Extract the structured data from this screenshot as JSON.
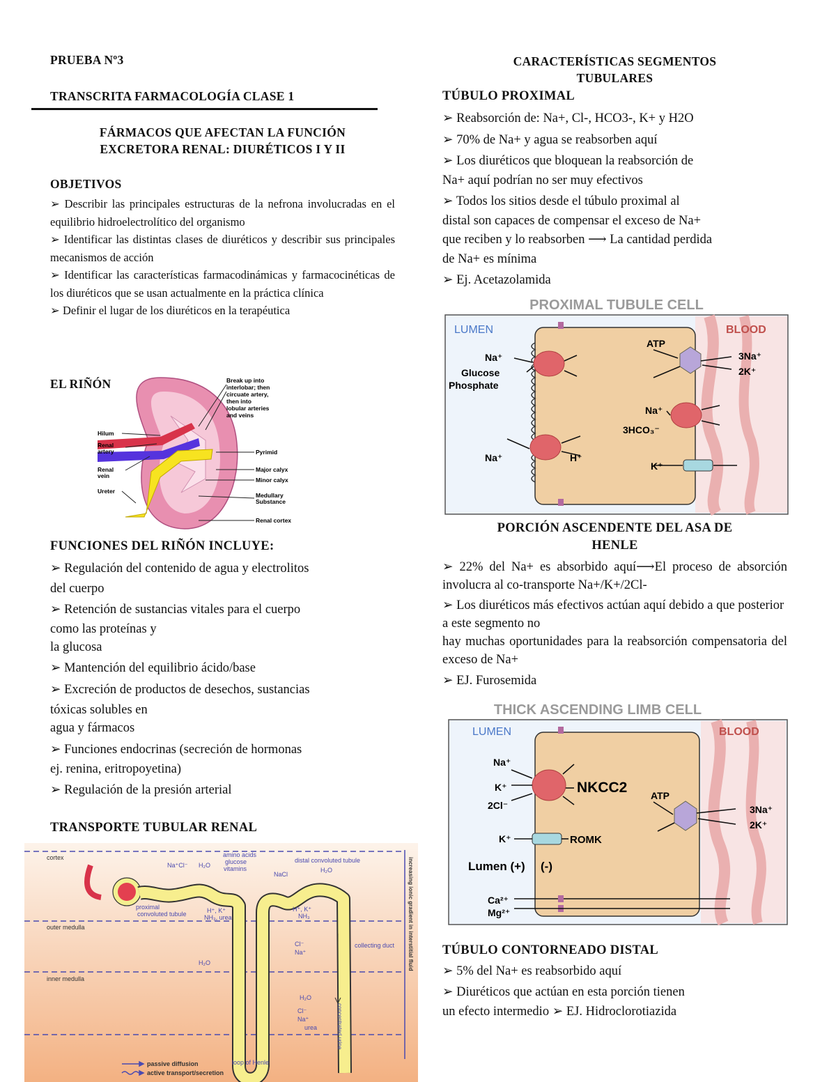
{
  "left": {
    "prueba": "PRUEBA Nº3",
    "transcrita": "TRANSCRITA FARMACOLOGÍA CLASE 1",
    "title_line1": "FÁRMACOS QUE AFECTAN LA FUNCIÓN",
    "title_line2": "EXCRETORA RENAL: DIURÉTICOS I Y II",
    "objetivos_heading": "OBJETIVOS",
    "objetivos": [
      "➢ Describir las principales estructuras de la nefrona involucradas en el equilibrio hidroelectrolítico del organismo",
      "➢ Identificar las distintas clases de diuréticos y describir sus principales mecanismos de acción",
      "➢ Identificar las características farmacodinámicas y farmacocinéticas de los diuréticos que se usan actualmente en la práctica clínica",
      "➢ Definir el lugar de los diuréticos en la terapéutica"
    ],
    "rinon_heading": "EL RIÑÓN",
    "kidney_labels": {
      "break_up": "Break up into interlobar; then circuate artery, then into lobular arteries and veins",
      "hilum": "Hilum",
      "renal_artery": "Renal artery",
      "renal_vein": "Renal vein",
      "ureter": "Ureter",
      "pyrimid": "Pyrimid",
      "major_calyx": "Major calyx",
      "minor_calyx": "Minor calyx",
      "medullary": "Medullary Substance",
      "renal_cortex": "Renal cortex"
    },
    "funciones_heading": "FUNCIONES DEL RIÑÓN INCLUYE:",
    "funciones_lines": [
      "➢ Regulación del contenido de agua y electrolitos",
      "del cuerpo",
      "➢ Retención de sustancias vitales para el cuerpo",
      "como las proteínas y",
      "la glucosa",
      "➢ Mantención del equilibrio ácido/base",
      "➢ Excreción de productos de desechos, sustancias",
      "tóxicas solubles en",
      "agua y fármacos",
      "➢ Funciones endocrinas (secreción de hormonas",
      "ej. renina, eritropoyetina)",
      "➢ Regulación de la presión arterial"
    ],
    "transporte_heading": "TRANSPORTE TUBULAR RENAL",
    "nephron_labels": {
      "cortex": "cortex",
      "outer_medulla": "outer medulla",
      "inner_medulla": "inner medulla",
      "proximal": "proximal",
      "convoluted_tubule": "convoluted tubule",
      "amino_acids": "amino acids",
      "glucose": "glucose",
      "vitamins": "vitamins",
      "na_cl_top": "Na⁺Cl⁻",
      "h2o": "H₂O",
      "nacl": "NaCl",
      "h_k_nh3_urea": "H⁺, K⁺",
      "nh3_urea": "NH₃, urea",
      "h_k": "H⁺, K⁺",
      "nh3": "NH₃",
      "distal": "distal convoluted tubule",
      "collecting_duct": "collecting duct",
      "cl": "Cl⁻",
      "na": "Na⁺",
      "urea": "urea",
      "loop": "loop of Henle",
      "concentrated_urine": "concentrated urine",
      "gradient": "increasing ionic gradient in interstitial fluid",
      "passive": "passive diffusion",
      "active": "active transport/secretion"
    }
  },
  "right": {
    "heading_line1": "CARACTERÍSTICAS SEGMENTOS",
    "heading_line2": "TUBULARES",
    "proximal_heading": "TÚBULO PROXIMAL",
    "proximal_lines": [
      "➢ Reabsorción de: Na+, Cl-, HCO3-, K+ y H2O",
      "➢ 70% de Na+ y agua se reabsorben aquí",
      "➢ Los diuréticos que bloquean la reabsorción de",
      "Na+ aquí podrían no ser muy efectivos",
      "➢ Todos los sitios desde el túbulo proximal al",
      "distal son capaces de compensar el exceso de Na+",
      "que reciben y lo reabsorben ⟶ La cantidad perdida",
      "de Na+ es mínima",
      "➢ Ej. Acetazolamida"
    ],
    "fig1": {
      "title": "PROXIMAL TUBULE CELL",
      "lumen": "LUMEN",
      "blood": "BLOOD",
      "na1": "Na⁺",
      "glucose": "Glucose",
      "phosphate": "Phosphate",
      "na2": "Na⁺",
      "h": "H⁺",
      "atp": "ATP",
      "na3": "3Na⁺",
      "k2": "2K⁺",
      "na4": "Na⁺",
      "hco3": "3HCO₃⁻",
      "k": "K⁺"
    },
    "henle_heading_line1": "PORCIÓN ASCENDENTE DEL ASA DE",
    "henle_heading_line2": "HENLE",
    "henle_p1": "➢ 22% del Na+ es absorbido aquí⟶El proceso de absorción involucra al co-transporte Na+/K+/2Cl-",
    "henle_p2a": "➢ Los diuréticos más efectivos actúan aquí debido a que posterior a este segmento no",
    "henle_p2b": "hay muchas oportunidades para la reabsorción compensatoria del exceso de Na+",
    "henle_p3": "➢ EJ. Furosemida",
    "fig2": {
      "title": "THICK ASCENDING LIMB CELL",
      "lumen": "LUMEN",
      "blood": "BLOOD",
      "na": "Na⁺",
      "k": "K⁺",
      "cl2": "2Cl⁻",
      "nkcc2": "NKCC2",
      "atp": "ATP",
      "na3": "3Na⁺",
      "k2": "2K⁺",
      "k_romk": "K⁺",
      "romk": "ROMK",
      "lumen_plus": "Lumen (+)",
      "minus": "(-)",
      "ca": "Ca²⁺",
      "mg": "Mg²⁺"
    },
    "distal_heading": "TÚBULO CONTORNEADO DISTAL",
    "distal_lines": [
      "➢ 5% del Na+ es reabsorbido aquí",
      "➢ Diuréticos que actúan en esta porción tienen",
      "un efecto intermedio ➢ EJ. Hidroclorotiazida"
    ]
  }
}
